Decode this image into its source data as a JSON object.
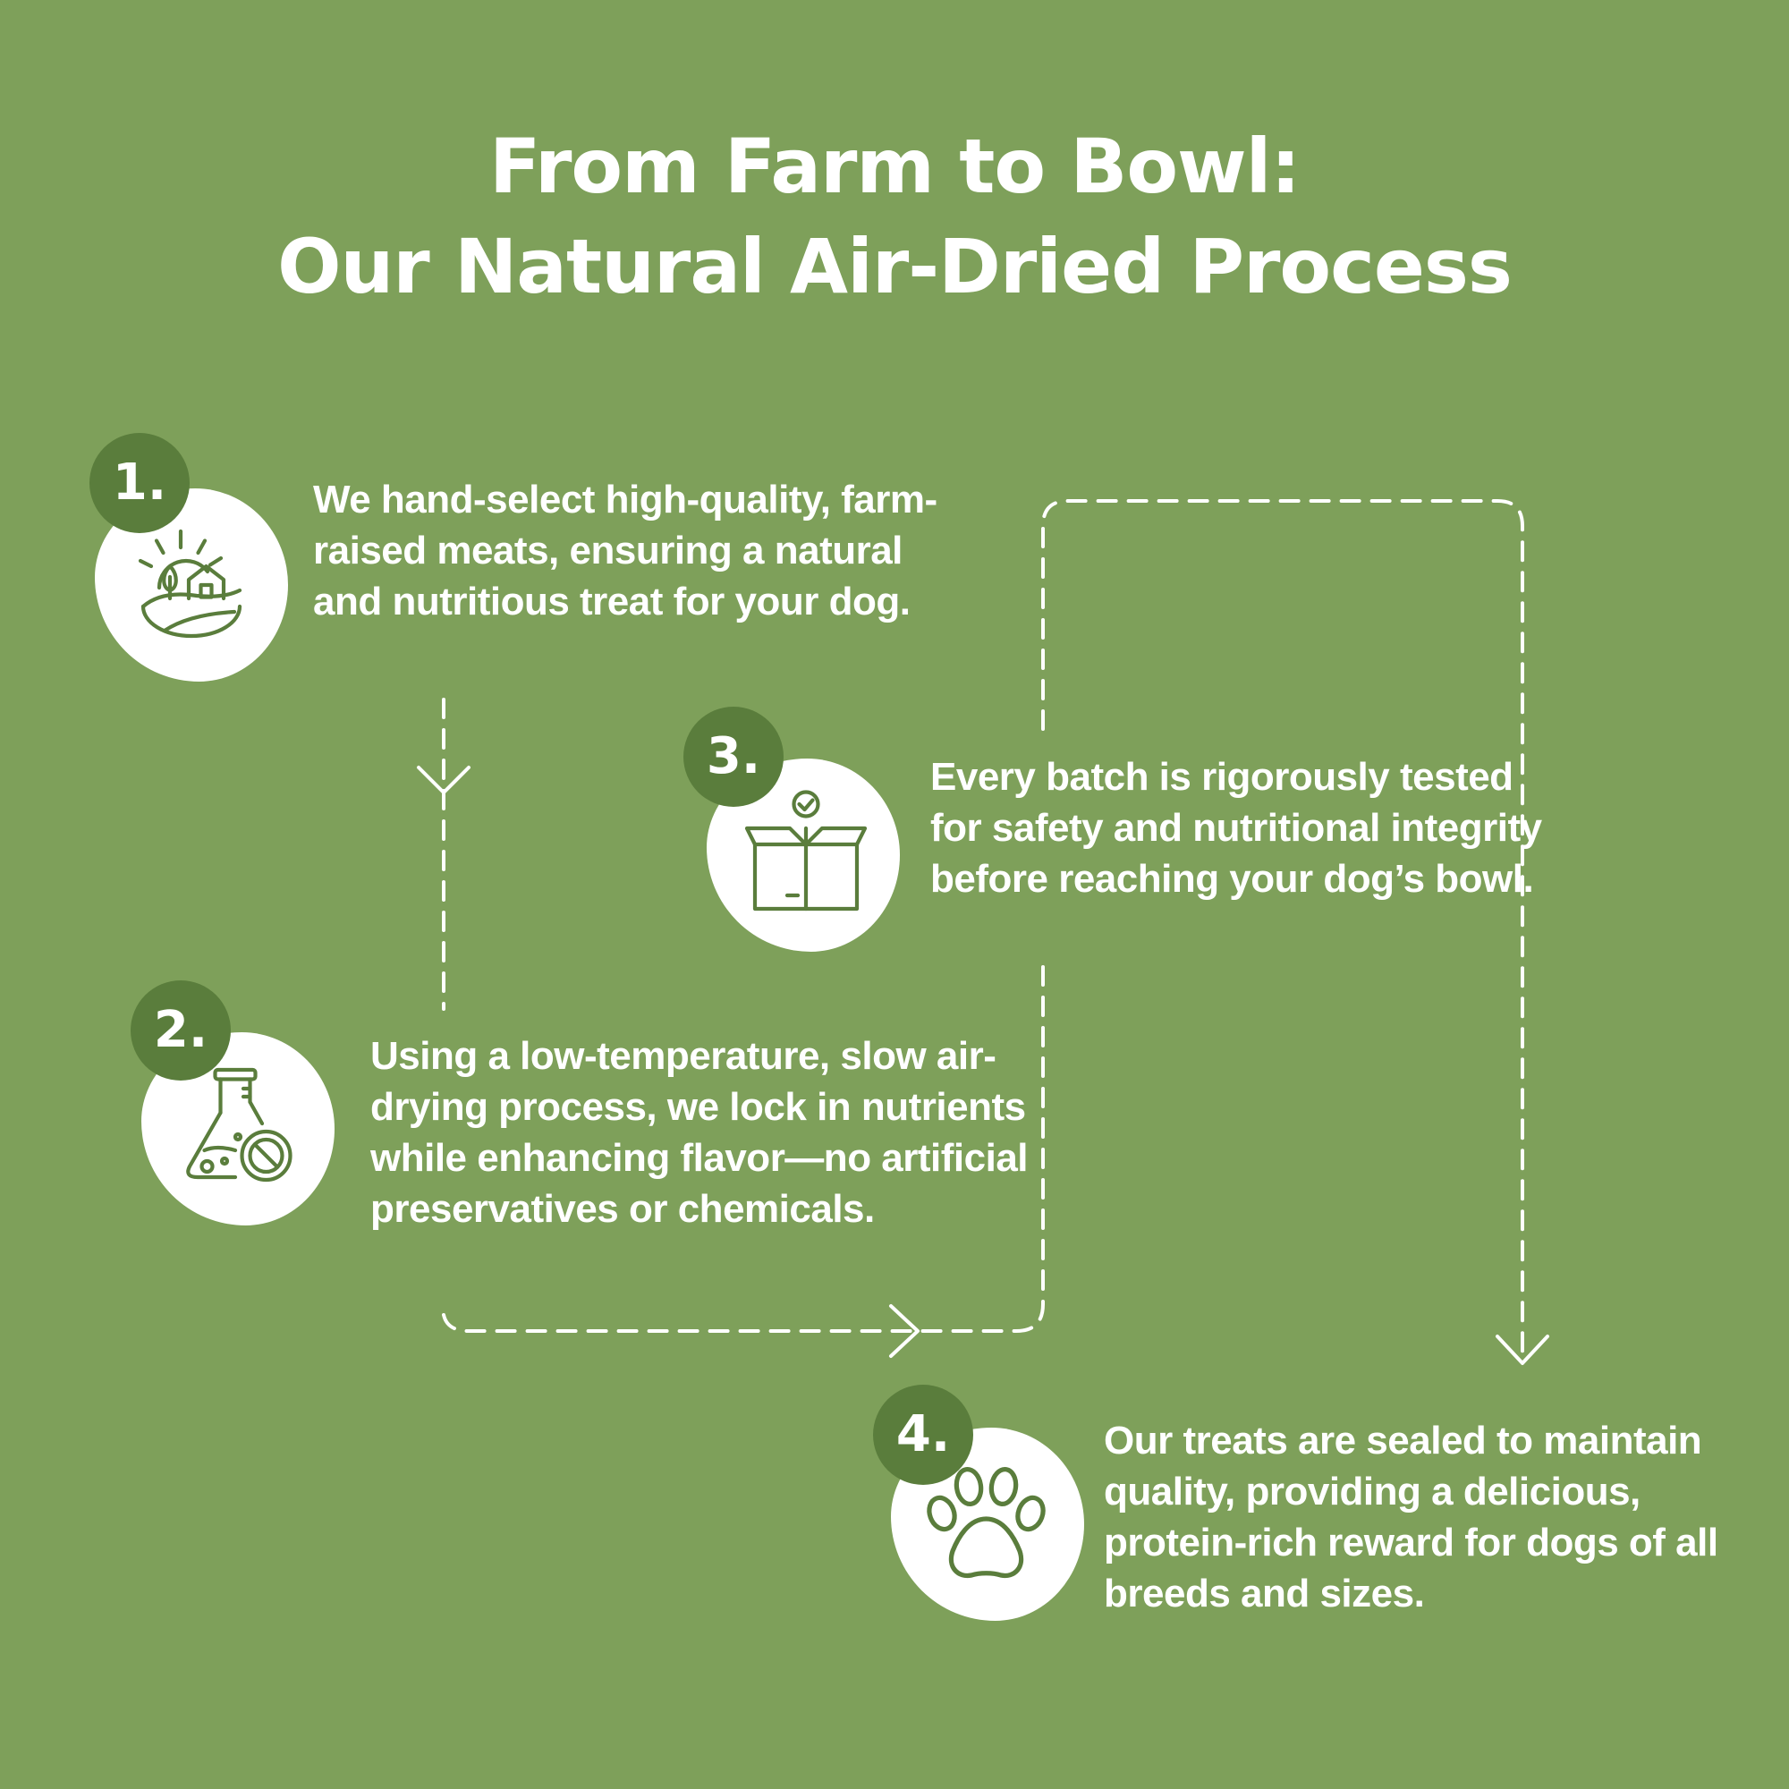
{
  "title": {
    "line1": "From Farm to Bowl:",
    "line2": "Our Natural Air-Dried Process"
  },
  "colors": {
    "background": "#7ea05a",
    "badge": "#5a7d3c",
    "icon_stroke": "#5a7d3c",
    "text": "#ffffff"
  },
  "steps": [
    {
      "number": "1.",
      "icon": "farm-sun-icon",
      "text": "We hand-select high-quality, farm-raised meats, ensuring a natural and nutritious treat for your dog."
    },
    {
      "number": "2.",
      "icon": "flask-no-chemicals-icon",
      "text": "Using a low-temperature, slow air-drying process, we lock in nutrients while enhancing flavor—no artificial preservatives or chemicals."
    },
    {
      "number": "3.",
      "icon": "box-checkmark-icon",
      "text": "Every batch is rigorously tested for safety and nutritional integrity before reaching your dog’s bowl."
    },
    {
      "number": "4.",
      "icon": "paw-icon",
      "text": "Our treats are sealed to maintain quality, providing a delicious, protein-rich reward for dogs of all breeds and sizes."
    }
  ]
}
